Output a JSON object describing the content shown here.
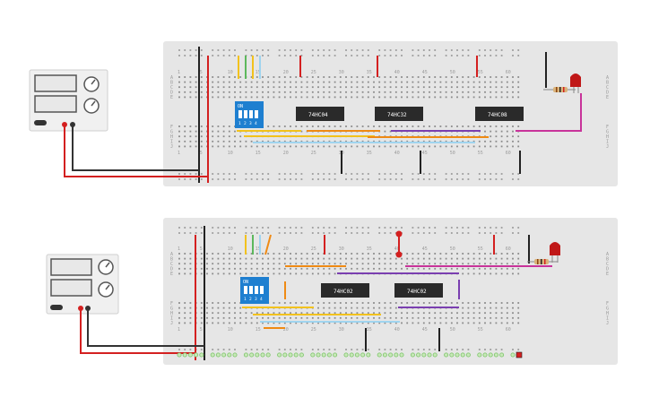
{
  "circuit_top": {
    "chips": [
      "74HC04",
      "74HC32",
      "74HC08"
    ],
    "dip_switch": {
      "label": "ON",
      "numbers": [
        "1",
        "2",
        "3",
        "4"
      ]
    },
    "column_numbers": [
      "1",
      "5",
      "10",
      "15",
      "20",
      "25",
      "30",
      "35",
      "40",
      "45",
      "50",
      "55",
      "60"
    ],
    "row_letters_upper": [
      "A",
      "B",
      "C",
      "D",
      "E"
    ],
    "row_letters_lower": [
      "F",
      "G",
      "H",
      "I",
      "J"
    ]
  },
  "circuit_bottom": {
    "chips": [
      "74HC02",
      "74HC02"
    ],
    "dip_switch": {
      "label": "ON",
      "numbers": [
        "1",
        "2",
        "3",
        "4"
      ]
    },
    "column_numbers": [
      "1",
      "5",
      "10",
      "15",
      "20",
      "25",
      "30",
      "35",
      "40",
      "45",
      "50",
      "55",
      "60"
    ],
    "row_letters_upper": [
      "A",
      "B",
      "C",
      "D",
      "E"
    ],
    "row_letters_lower": [
      "F",
      "G",
      "H",
      "I",
      "J"
    ]
  },
  "colors": {
    "breadboard": "#e6e6e6",
    "rail_red": "#d42020",
    "wire_black": "#333333",
    "dip_blue": "#1e7fd0",
    "chip_body": "#2a2a2a",
    "led_red": "#c01818",
    "wire_yellow": "#f2c21d",
    "wire_lightblue": "#9fd4ef",
    "wire_orange": "#ef8a14",
    "wire_magenta": "#c8339a",
    "wire_purple": "#7a3fb0",
    "wire_green": "#5cb85c"
  }
}
